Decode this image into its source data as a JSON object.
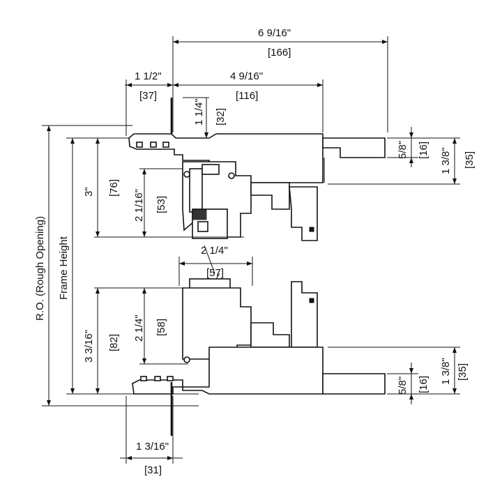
{
  "dimensions": {
    "top_overall_in": "6 9/16\"",
    "top_overall_mm": "[166]",
    "top_left_in": "1 1/2\"",
    "top_left_mm": "[37]",
    "top_right_in": "4 9/16\"",
    "top_right_mm": "[116]",
    "top_small_in": "1 1/4\"",
    "top_small_mm": "[32]",
    "head_height_in": "3\"",
    "head_height_mm": "[76]",
    "head_inner_in": "2 1/16\"",
    "head_inner_mm": "[53]",
    "right_top_small_in": "5/8\"",
    "right_top_small_mm": "[16]",
    "right_top_large_in": "1 3/8\"",
    "right_top_large_mm": "[35]",
    "meeting_in": "2 1/4\"",
    "meeting_mm": "[57]",
    "sill_height_in": "3 3/16\"",
    "sill_height_mm": "[82]",
    "sill_inner_in": "2 1/4\"",
    "sill_inner_mm": "[58]",
    "right_bottom_small_in": "5/8\"",
    "right_bottom_small_mm": "[16]",
    "right_bottom_large_in": "1 3/8\"",
    "right_bottom_large_mm": "[35]",
    "bottom_in": "1 3/16\"",
    "bottom_mm": "[31]"
  },
  "labels": {
    "rough_opening": "R.O. (Rough Opening)",
    "frame_height": "Frame Height"
  }
}
